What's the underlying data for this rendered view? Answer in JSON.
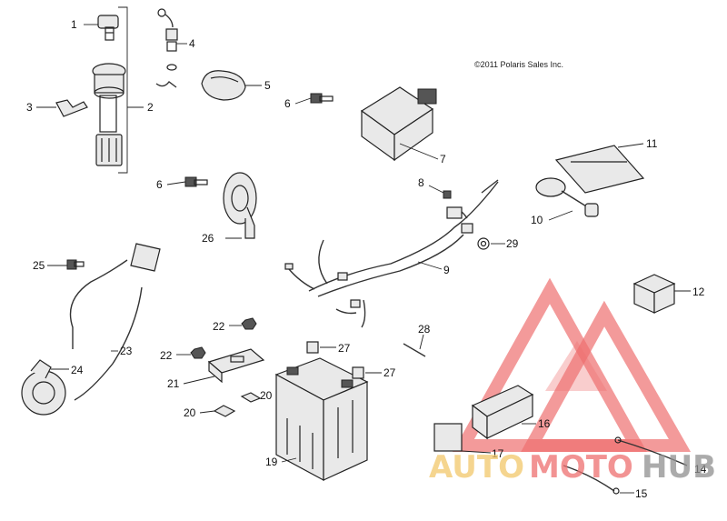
{
  "copyright": "©2011 Polaris Sales Inc.",
  "watermark": {
    "auto": "AUTO",
    "moto": "MOTO",
    "hub": "HUB"
  },
  "colors": {
    "line": "#222222",
    "watermark_red": "#ee6f6f",
    "watermark_yellow": "#f2c76a",
    "watermark_gray": "#8f8f8f"
  },
  "callouts": {
    "c1": "1",
    "c2": "2",
    "c3": "3",
    "c4": "4",
    "c5": "5",
    "c6a": "6",
    "c6b": "6",
    "c7": "7",
    "c8": "8",
    "c9": "9",
    "c10": "10",
    "c11": "11",
    "c12": "12",
    "c14": "14",
    "c15": "15",
    "c16": "16",
    "c17": "17",
    "c19": "19",
    "c20a": "20",
    "c20b": "20",
    "c21": "21",
    "c22a": "22",
    "c22b": "22",
    "c23": "23",
    "c24": "24",
    "c25": "25",
    "c26": "26",
    "c27a": "27",
    "c27b": "27",
    "c28": "28",
    "c29": "29"
  }
}
